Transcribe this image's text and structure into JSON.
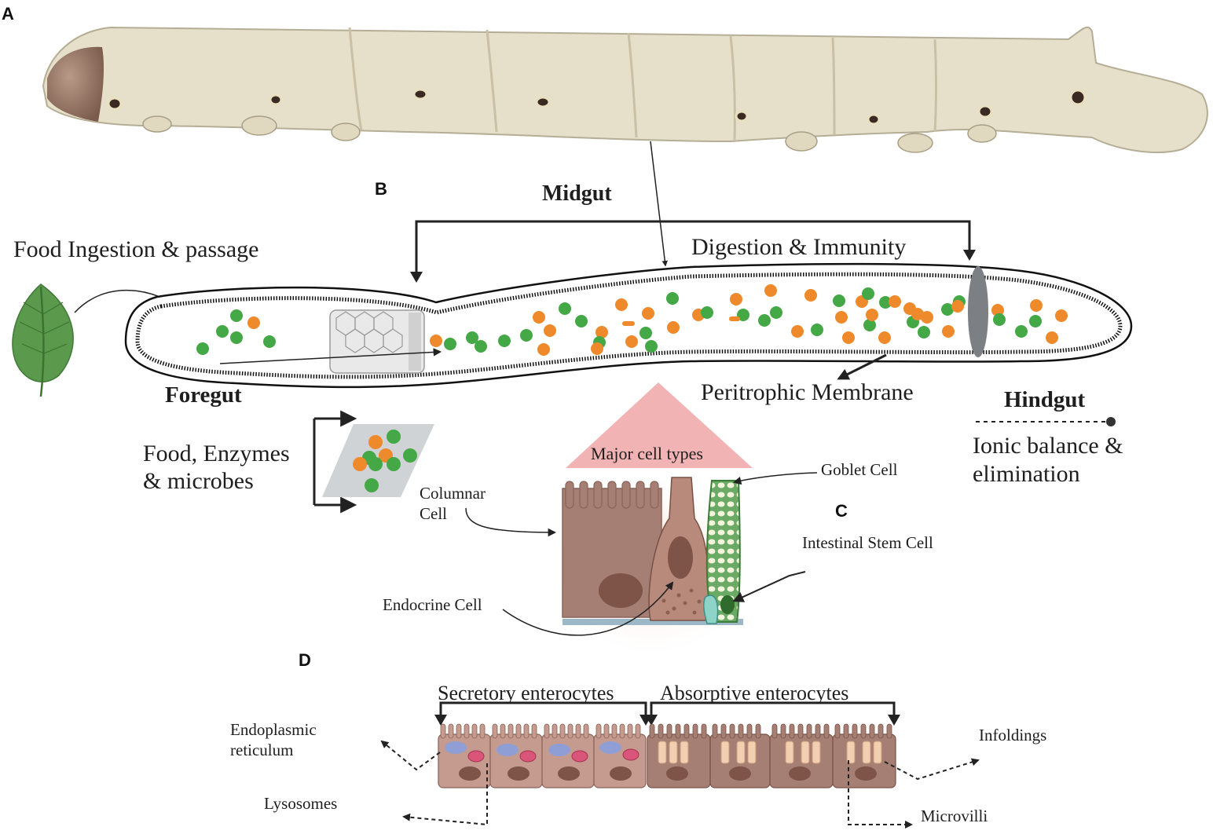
{
  "panels": {
    "a": "A",
    "b": "B",
    "c": "C",
    "d": "D"
  },
  "panel_b": {
    "midgut": "Midgut",
    "foregut": "Foregut",
    "hindgut": "Hindgut",
    "food_ingestion": "Food Ingestion & passage",
    "digestion": "Digestion  & Immunity",
    "peritrophic": "Peritrophic Membrane",
    "ionic_line1": "Ionic balance &",
    "ionic_line2": "elimination",
    "food_enzymes_line1": "Food, Enzymes",
    "food_enzymes_line2": "& microbes"
  },
  "panel_c": {
    "major_cell_types": "Major  cell types",
    "goblet": "Goblet Cell",
    "columnar_line1": "Columnar",
    "columnar_line2": "Cell",
    "stem": "Intestinal Stem Cell",
    "endocrine": "Endocrine Cell"
  },
  "panel_d": {
    "secretory": "Secretory enterocytes",
    "absorptive": "Absorptive enterocytes",
    "er_line1": "Endoplasmic",
    "er_line2": "reticulum",
    "lysosomes": "Lysosomes",
    "infoldings": "Infoldings",
    "microvilli": "Microvilli"
  },
  "colors": {
    "food_orange": "#ee8a2b",
    "microbe_green": "#43a845",
    "larva_body": "#e7e1cc",
    "triangle": "#f0b3b3",
    "cell_brown": "#a67e73",
    "goblet_green": "#5fa35c"
  }
}
